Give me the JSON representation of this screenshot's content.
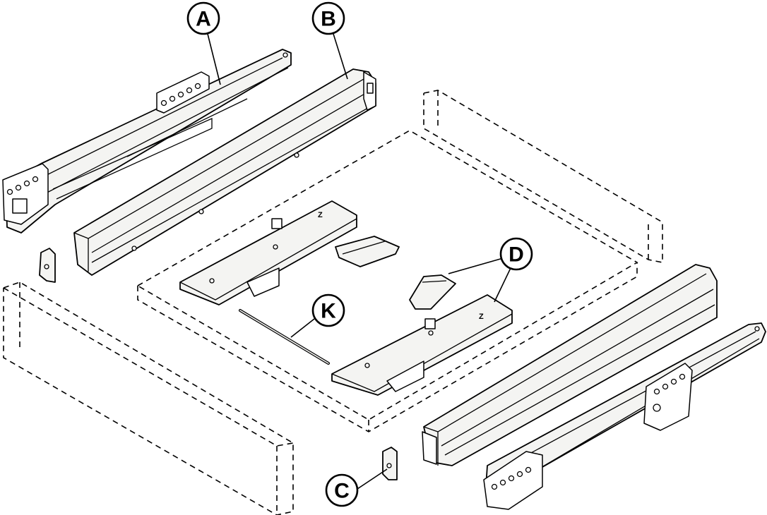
{
  "callouts": {
    "a": "A",
    "b": "B",
    "c": "C",
    "d": "D",
    "k": "K"
  }
}
